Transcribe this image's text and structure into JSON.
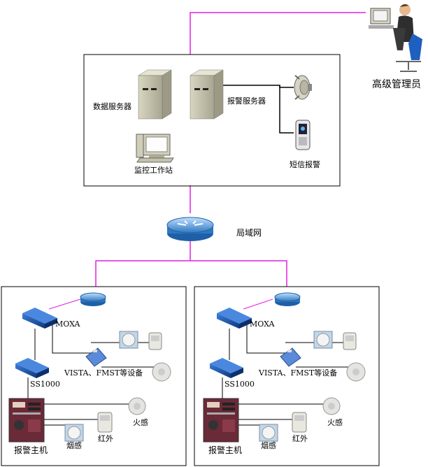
{
  "colors": {
    "link_magenta": "#e020e0",
    "link_black": "#000000",
    "box_border": "#000000",
    "router_blue": "#4a90d0",
    "server_beige": "#c8c4a8"
  },
  "top": {
    "admin_label": "高级管理员",
    "data_server_label": "数据服务器",
    "alarm_server_label": "报警服务器",
    "monitor_station_label": "监控工作站",
    "sms_alarm_label": "短信报警",
    "lan_label": "局域网"
  },
  "sites": [
    {
      "moxa_label": "MOXA",
      "vista_label": "VISTA、FMST等设备",
      "ss_label": "SS1000",
      "host_label": "报警主机",
      "fire_label": "火感",
      "smoke_label": "烟感",
      "ir_label": "红外"
    },
    {
      "moxa_label": "MOXA",
      "vista_label": "VISTA、FMST等设备",
      "ss_label": "SS1000",
      "host_label": "报警主机",
      "fire_label": "火感",
      "smoke_label": "烟感",
      "ir_label": "红外"
    }
  ],
  "icons": [
    "admin-person-icon",
    "server-icon",
    "monitor-icon",
    "siren-icon",
    "mobile-phone-icon",
    "router-icon",
    "moxa-converter-icon",
    "detector-icon",
    "alarm-panel-icon"
  ]
}
